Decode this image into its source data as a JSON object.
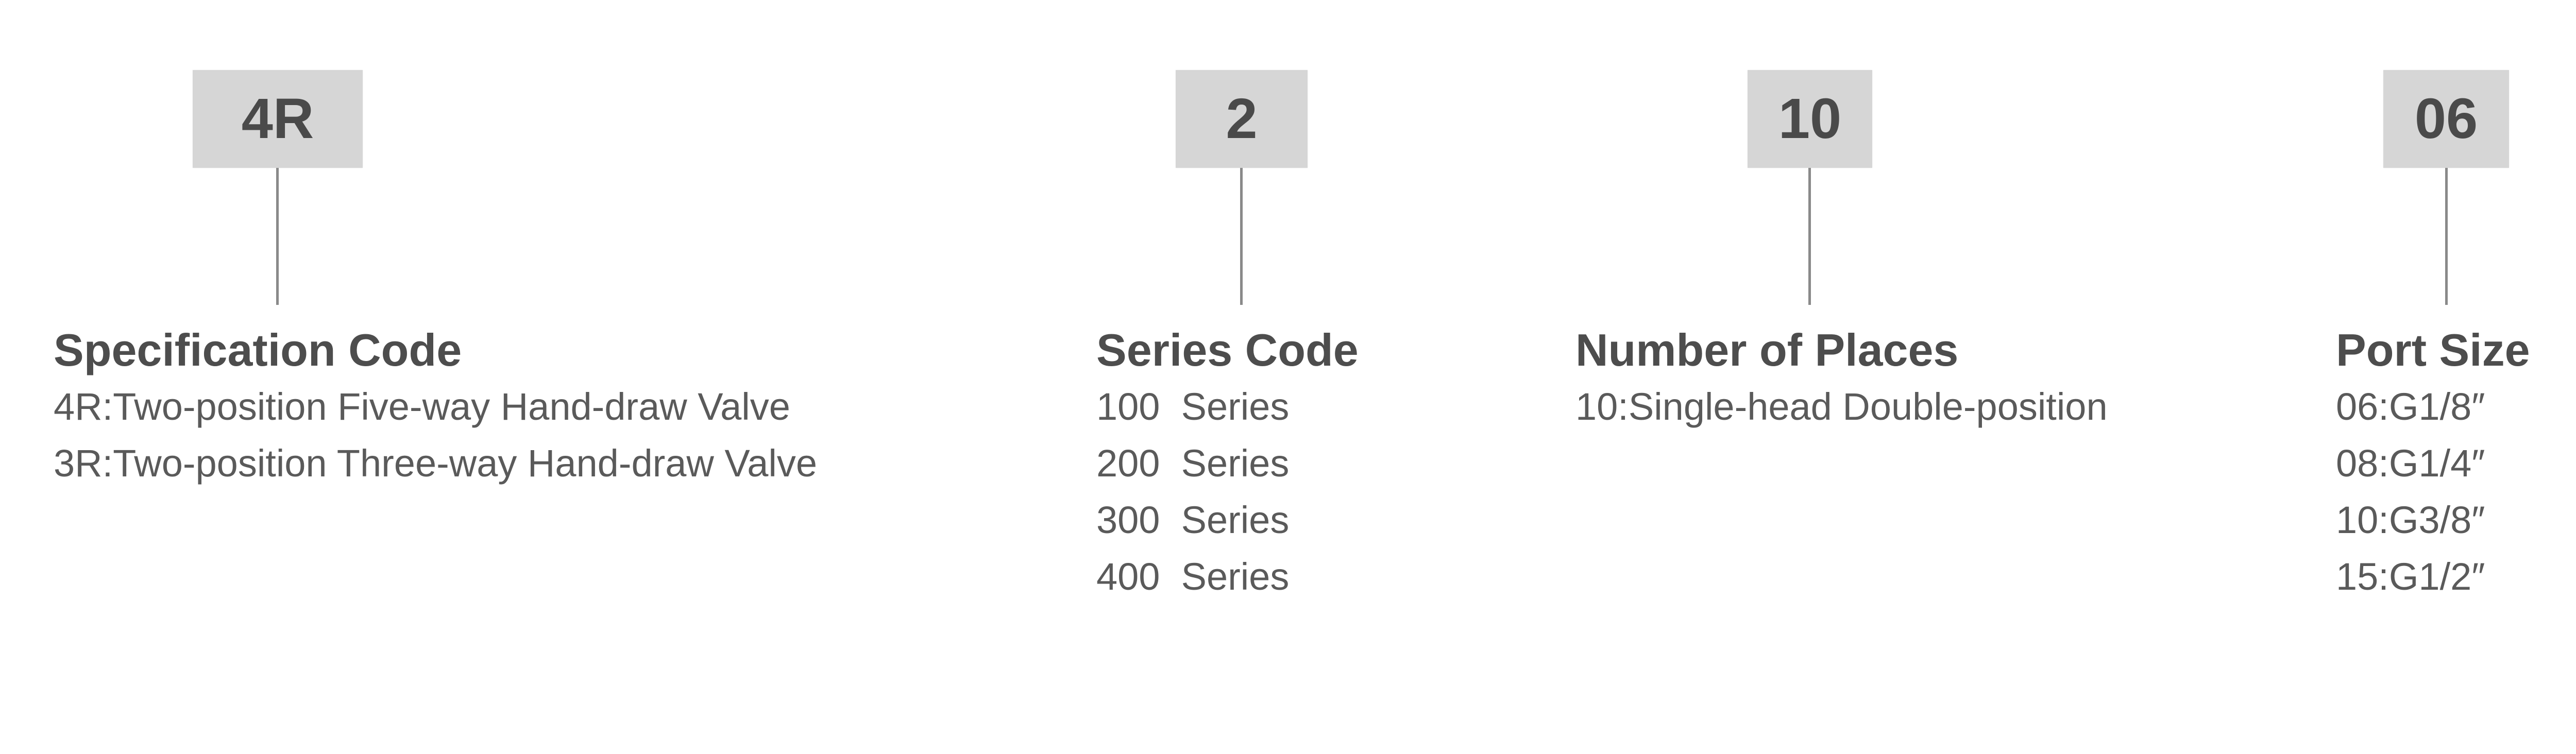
{
  "codes": [
    {
      "value": "4R",
      "title": "Specification Code",
      "items": [
        "4R:Two-position Five-way Hand-draw Valve",
        "3R:Two-position Three-way Hand-draw Valve"
      ]
    },
    {
      "value": "2",
      "title": "Series Code",
      "items": [
        "100  Series",
        "200  Series",
        "300  Series",
        "400  Series"
      ]
    },
    {
      "value": "10",
      "title": "Number of Places",
      "items": [
        "10:Single-head Double-position"
      ]
    },
    {
      "value": "06",
      "title": "Port Size",
      "items": [
        "06:G1/8″",
        "08:G1/4″",
        "10:G3/8″",
        "15:G1/2″"
      ]
    }
  ],
  "colors": {
    "box_fill": "#d6d6d6",
    "box_text": "#4a4a4a",
    "connector": "#8a8a8a",
    "title_text": "#4d4d4d",
    "item_text": "#5a5a5a"
  }
}
